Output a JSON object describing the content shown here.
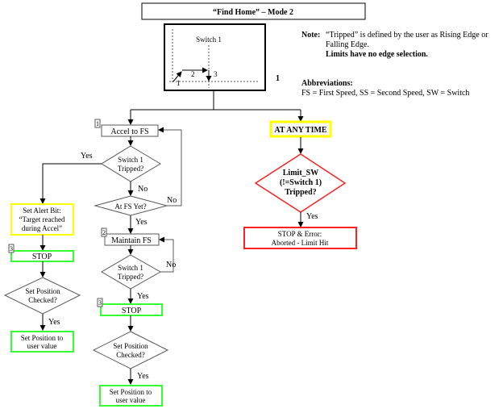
{
  "title": "“Find Home”  – Mode 2",
  "inset": {
    "switch_label": "Switch 1",
    "step1": "1",
    "step2": "2",
    "step3": "3",
    "side_number": "1"
  },
  "note": {
    "label": "Note:",
    "line1": "“Tripped” is defined by the user as Rising Edge or",
    "line2": "Falling Edge.",
    "line3": "Limits have no edge selection."
  },
  "abbreviations": {
    "heading": "Abbreviations:",
    "text": "FS = First Speed,  SS = Second Speed,  SW = Switch"
  },
  "colors": {
    "yellow": "#ffff00",
    "green": "#33ff33",
    "red": "#ff2020",
    "gray": "#595959"
  },
  "flow": {
    "accel": {
      "step": "1",
      "label": "Accel to FS"
    },
    "switch_check1": {
      "line1": "Switch 1",
      "line2": "Tripped?"
    },
    "at_fs": {
      "label": "At FS Yet?"
    },
    "maintain": {
      "step": "2",
      "label": "Maintain FS"
    },
    "switch_check2": {
      "line1": "Switch 1",
      "line2": "Tripped?"
    },
    "stop_center": {
      "step": "3",
      "label": "STOP"
    },
    "setpos_check_center": {
      "line1": "Set Position",
      "line2": "Checked?"
    },
    "setpos_center": {
      "line1": "Set Position to",
      "line2": "user value"
    },
    "alert": {
      "line1": "Set Alert Bit:",
      "line2": "“Target reached",
      "line3": "during Accel”"
    },
    "stop_left": {
      "step": "3",
      "label": "STOP"
    },
    "setpos_check_left": {
      "line1": "Set Position",
      "line2": "Checked?"
    },
    "setpos_left": {
      "line1": "Set Position to",
      "line2": "user value"
    },
    "any_time": {
      "label": "AT ANY TIME"
    },
    "limit_check": {
      "line1": "Limit_SW",
      "line2": "(!=Switch 1)",
      "line3": "Tripped?"
    },
    "limit_stop": {
      "line1": "STOP & Error:",
      "line2": "Aborted - Limit Hit"
    }
  },
  "edge_labels": {
    "yes": "Yes",
    "no": "No"
  }
}
